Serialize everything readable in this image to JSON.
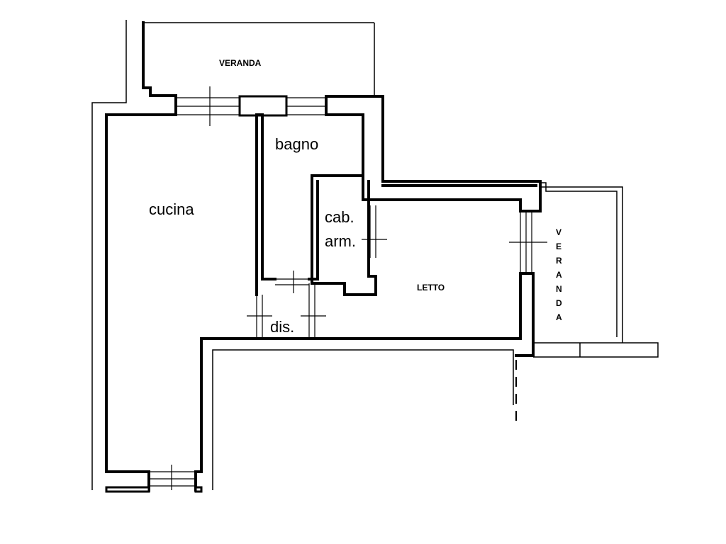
{
  "rooms": {
    "veranda_top": "VERANDA",
    "bagno": "bagno",
    "cucina": "cucina",
    "cab_line1": "cab.",
    "cab_line2": "arm.",
    "letto": "LETTO",
    "dis": "dis.",
    "veranda_side": [
      "V",
      "E",
      "R",
      "A",
      "N",
      "D",
      "A"
    ]
  }
}
